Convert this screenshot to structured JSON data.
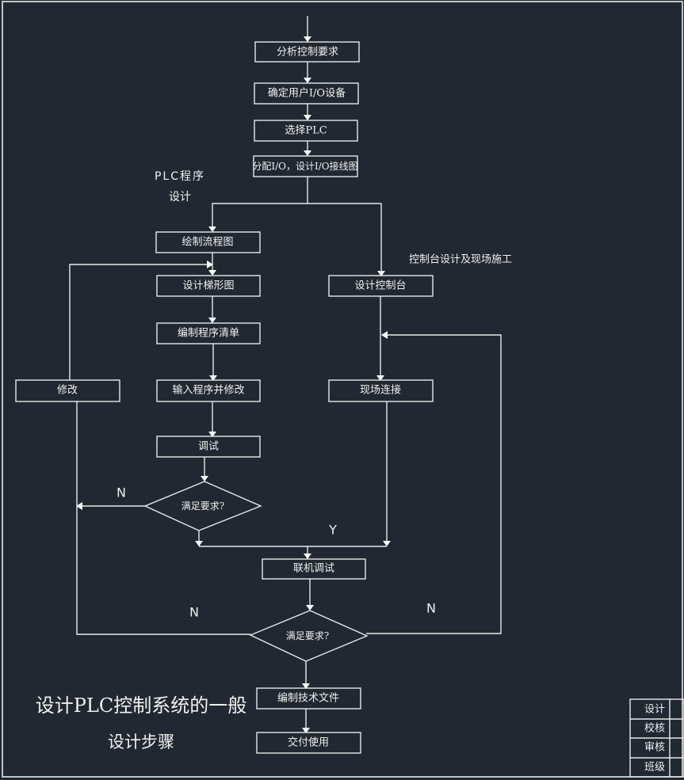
{
  "diagram": {
    "title_line1": "设计PLC控制系统的一般",
    "title_line2": "设计步骤",
    "section_plc": [
      "PLC程序",
      "设计"
    ],
    "section_console": "控制台设计及现场施工",
    "nodes": {
      "analyze": "分析控制要求",
      "io_devices": "确定用户I/O设备",
      "select_plc": "选择PLC",
      "assign_io": "分配I/O，设计I/O接线图",
      "flowchart": "绘制流程图",
      "ladder": "设计梯形图",
      "program_list": "编制程序清单",
      "input_program": "输入程序并修改",
      "debug": "调试",
      "check1": "满足要求?",
      "modify": "修改",
      "console": "设计控制台",
      "site_wiring": "现场连接",
      "joint_debug": "联机调试",
      "check2": "满足要求?",
      "tech_docs": "编制技术文件",
      "deliver": "交付使用"
    },
    "edge_labels": {
      "check1_no": "N",
      "check1_yes": "Y",
      "check2_no_left": "N",
      "check2_no_right": "N"
    },
    "title_block": [
      "设计",
      "校核",
      "审核",
      "班级"
    ],
    "colors": {
      "background": "#222831",
      "stroke": "#e8e8e8"
    }
  }
}
